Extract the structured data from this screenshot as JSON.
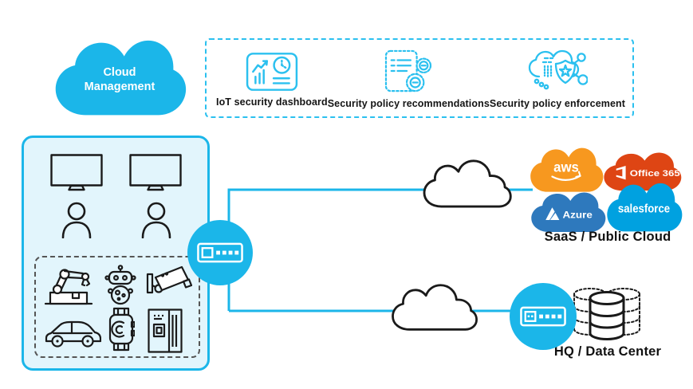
{
  "palette": {
    "cyan_fill": "#1BB6E9",
    "icon_cyan": "#2BC0EF",
    "campus_fill": "#E2F5FC",
    "ink": "#1A1A1A",
    "dash_gray": "#555555"
  },
  "cloud_management": {
    "label": "Cloud Management",
    "icon": "management-cloud"
  },
  "capabilities": {
    "items": [
      {
        "icon": "iot-dashboard-icon",
        "label": "IoT security dashboard"
      },
      {
        "icon": "policy-recommendations-icon",
        "label": "Security policy recommendations"
      },
      {
        "icon": "policy-enforcement-icon",
        "label": "Security policy enforcement"
      }
    ]
  },
  "campus": {
    "workstations": [
      "monitor-icon",
      "monitor-icon"
    ],
    "users": [
      "user-icon",
      "user-icon"
    ],
    "iot_devices": [
      "robot-arm-icon",
      "robot-icon",
      "security-camera-icon",
      "car-icon",
      "smartwatch-icon",
      "refrigerator-icon"
    ]
  },
  "network": {
    "edge_device": "firewall-appliance-icon",
    "wan_links": [
      "internet-cloud",
      "internet-cloud"
    ]
  },
  "saas": {
    "label": "SaaS / Public Cloud",
    "providers": [
      {
        "name": "aws",
        "color": "#F7981F"
      },
      {
        "name": "Office 365",
        "color": "#DE4514"
      },
      {
        "name": "Azure",
        "color": "#2E79BD"
      },
      {
        "name": "salesforce",
        "color": "#00A1E0"
      }
    ]
  },
  "hq": {
    "label": "HQ / Data Center",
    "edge_device": "firewall-appliance-icon",
    "storage": "database-cluster-icon"
  }
}
